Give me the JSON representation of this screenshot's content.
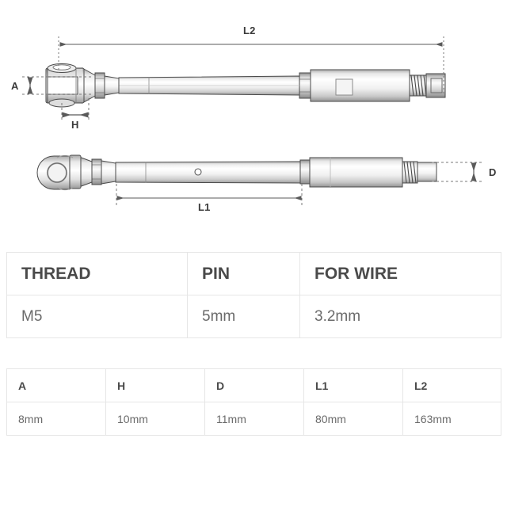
{
  "drawing": {
    "title": "turnbuckle-rigging-screw-technical-drawing",
    "views": [
      {
        "name": "top-view",
        "description": "side elevation, jaw fork shown edge-on"
      },
      {
        "name": "bottom-view",
        "description": "side elevation rotated 90 degrees, jaw pin bore visible"
      }
    ],
    "dimension_labels": {
      "A": "A",
      "H": "H",
      "D": "D",
      "L1": "L1",
      "L2": "L2"
    },
    "colors": {
      "line": "#4a4a4a",
      "dimension_line": "#5a5a5a",
      "metal_light": "#fdfdfd",
      "metal_mid": "#d8d8d8",
      "metal_dark": "#9a9a9a",
      "background": "#ffffff"
    }
  },
  "table_main": {
    "name": "specification-table",
    "headers": [
      "THREAD",
      "PIN",
      "FOR WIRE"
    ],
    "row": [
      "M5",
      "5mm",
      "3.2mm"
    ]
  },
  "table_dims": {
    "name": "dimensions-table",
    "headers": [
      "A",
      "H",
      "D",
      "L1",
      "L2"
    ],
    "row": [
      "8mm",
      "10mm",
      "11mm",
      "80mm",
      "163mm"
    ]
  }
}
